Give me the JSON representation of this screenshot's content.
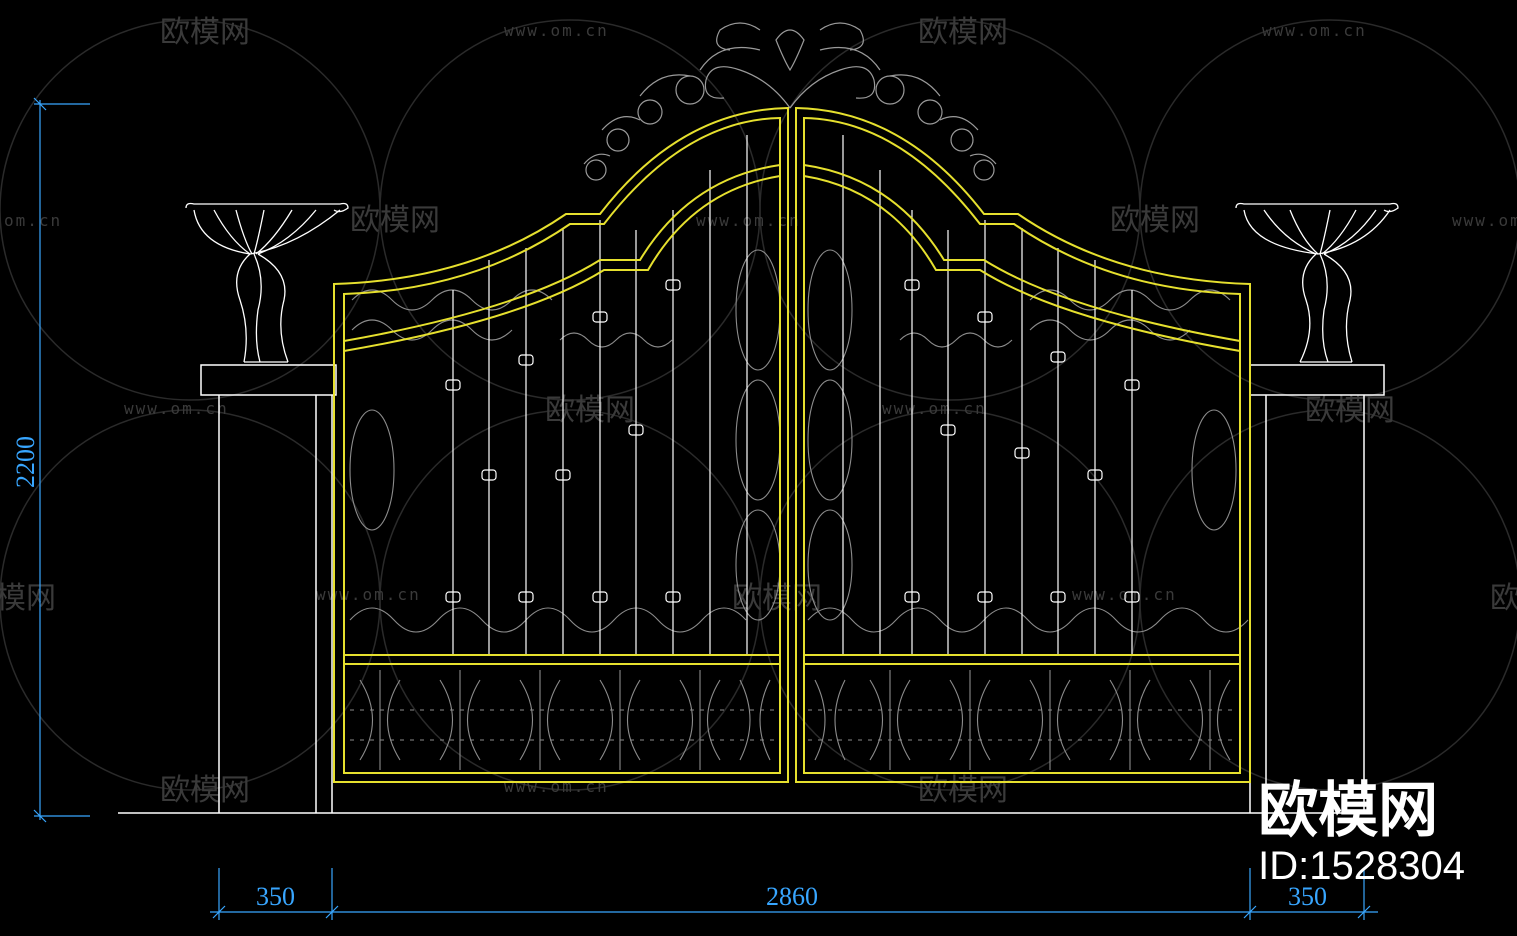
{
  "watermark": {
    "brand": "欧模网",
    "url": "www.om.cn",
    "url_cut": "om.cn",
    "brand_cut": "模网",
    "brand_cut_right": "欧"
  },
  "dimensions": {
    "height": "2200",
    "left_pillar": "350",
    "gate_width": "2860",
    "right_pillar": "350"
  },
  "brand_stamp": {
    "name": "欧模网",
    "id": "ID:1528304"
  },
  "colors": {
    "background": "#000000",
    "gate_frame": "#e6e02e",
    "linework": "#ffffff",
    "ornament": "#9a9a9a",
    "dimension": "#38a6ff",
    "watermark": "#3a3a3a"
  }
}
